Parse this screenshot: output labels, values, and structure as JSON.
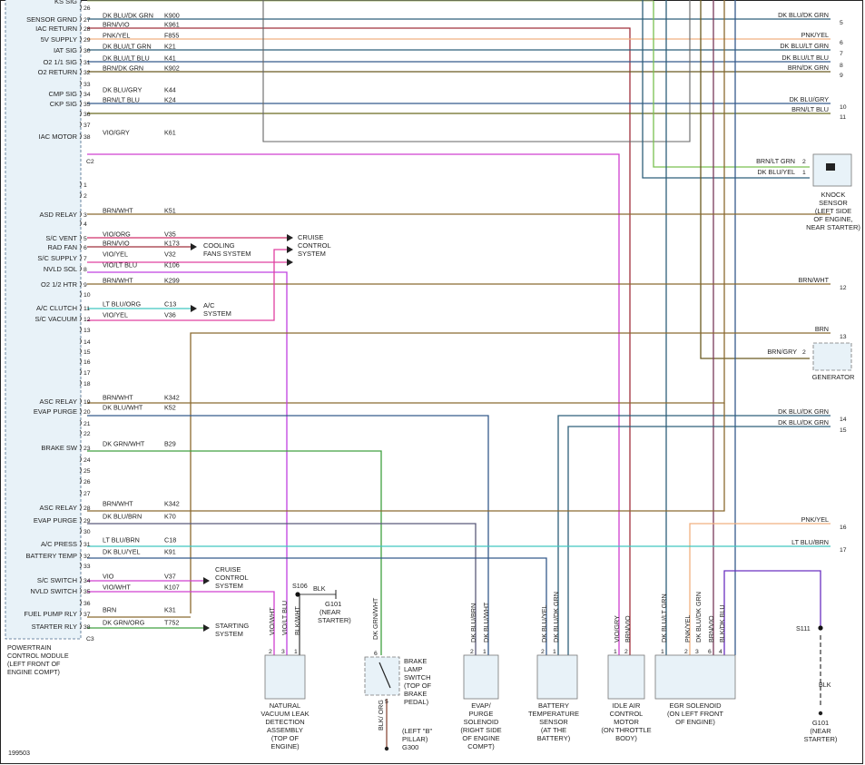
{
  "figure_id": "199503",
  "pcm": {
    "title_lines": [
      "POWERTRAIN",
      "CONTROL MODULE",
      "(LEFT FRONT OF",
      "ENGINE COMPT)"
    ],
    "c2": "C2",
    "c3": "C3"
  },
  "pins_top": [
    {
      "pin": "",
      "label": "KS SIG",
      "wire": "",
      "circuit": "",
      "color": "#b8b8b8"
    },
    {
      "pin": "26",
      "label": "",
      "wire": "",
      "circuit": "",
      "color": ""
    },
    {
      "pin": "27",
      "label": "SENSOR GRND",
      "wire": "DK BLU/DK GRN",
      "circuit": "K900",
      "color": "#2e5f7a"
    },
    {
      "pin": "28",
      "label": "IAC RETURN",
      "wire": "BRN/VIO",
      "circuit": "K961",
      "color": "#a0303c"
    },
    {
      "pin": "29",
      "label": "5V SUPPLY",
      "wire": "PNK/YEL",
      "circuit": "F855",
      "color": "#f0b080"
    },
    {
      "pin": "30",
      "label": "IAT SIG",
      "wire": "DK BLU/LT GRN",
      "circuit": "K21",
      "color": "#2e5f7a"
    },
    {
      "pin": "31",
      "label": "O2 1/1 SIG",
      "wire": "DK BLU/LT BLU",
      "circuit": "K41",
      "color": "#3a5f9a"
    },
    {
      "pin": "32",
      "label": "O2 RETURN",
      "wire": "BRN/DK GRN",
      "circuit": "K902",
      "color": "#6b5a20"
    },
    {
      "pin": "33",
      "label": "",
      "wire": "",
      "circuit": "",
      "color": ""
    },
    {
      "pin": "34",
      "label": "CMP SIG",
      "wire": "DK BLU/GRY",
      "circuit": "K44",
      "color": "#2e4f7a"
    },
    {
      "pin": "35",
      "label": "CKP SIG",
      "wire": "BRN/LT BLU",
      "circuit": "K24",
      "color": "#6b6a20"
    },
    {
      "pin": "36",
      "label": "",
      "wire": "",
      "circuit": "",
      "color": ""
    },
    {
      "pin": "37",
      "label": "",
      "wire": "",
      "circuit": "",
      "color": ""
    },
    {
      "pin": "38",
      "label": "IAC MOTOR",
      "wire": "VIO/GRY",
      "circuit": "K61",
      "color": "#d040d0"
    }
  ],
  "pins_c3": [
    {
      "pin": "1",
      "label": "",
      "wire": "",
      "circuit": "",
      "color": ""
    },
    {
      "pin": "2",
      "label": "",
      "wire": "",
      "circuit": "",
      "color": ""
    },
    {
      "pin": "3",
      "label": "ASD RELAY",
      "wire": "BRN/WHT",
      "circuit": "K51",
      "color": "#8b6a30"
    },
    {
      "pin": "4",
      "label": "",
      "wire": "",
      "circuit": "",
      "color": ""
    },
    {
      "pin": "5",
      "label": "S/C VENT",
      "wire": "VIO/ORG",
      "circuit": "V35",
      "color": "#d0306a"
    },
    {
      "pin": "6",
      "label": "RAD FAN",
      "wire": "BRN/VIO",
      "circuit": "K173",
      "color": "#a0303c"
    },
    {
      "pin": "7",
      "label": "S/C SUPPLY",
      "wire": "VIO/YEL",
      "circuit": "V32",
      "color": "#e040a0"
    },
    {
      "pin": "8",
      "label": "NVLD SOL",
      "wire": "VIO/LT BLU",
      "circuit": "K106",
      "color": "#c040e0"
    },
    {
      "pin": "9",
      "label": "O2 1/2 HTR",
      "wire": "BRN/WHT",
      "circuit": "K299",
      "color": "#8b6a30"
    },
    {
      "pin": "10",
      "label": "",
      "wire": "",
      "circuit": "",
      "color": ""
    },
    {
      "pin": "11",
      "label": "A/C CLUTCH",
      "wire": "LT BLU/ORG",
      "circuit": "C13",
      "color": "#40c0b0"
    },
    {
      "pin": "12",
      "label": "S/C VACUUM",
      "wire": "VIO/YEL",
      "circuit": "V36",
      "color": "#e040a0"
    },
    {
      "pin": "13",
      "label": "",
      "wire": "",
      "circuit": "",
      "color": ""
    },
    {
      "pin": "14",
      "label": "",
      "wire": "",
      "circuit": "",
      "color": ""
    },
    {
      "pin": "15",
      "label": "",
      "wire": "",
      "circuit": "",
      "color": ""
    },
    {
      "pin": "16",
      "label": "",
      "wire": "",
      "circuit": "",
      "color": ""
    },
    {
      "pin": "17",
      "label": "",
      "wire": "",
      "circuit": "",
      "color": ""
    },
    {
      "pin": "18",
      "label": "",
      "wire": "",
      "circuit": "",
      "color": ""
    },
    {
      "pin": "19",
      "label": "ASC RELAY",
      "wire": "BRN/WHT",
      "circuit": "K342",
      "color": "#8b6a30"
    },
    {
      "pin": "20",
      "label": "EVAP PURGE",
      "wire": "DK BLU/WHT",
      "circuit": "K52",
      "color": "#2e4f7a"
    },
    {
      "pin": "21",
      "label": "",
      "wire": "",
      "circuit": "",
      "color": ""
    },
    {
      "pin": "22",
      "label": "",
      "wire": "",
      "circuit": "",
      "color": ""
    },
    {
      "pin": "23",
      "label": "BRAKE SW",
      "wire": "DK GRN/WHT",
      "circuit": "B29",
      "color": "#40a040"
    },
    {
      "pin": "24",
      "label": "",
      "wire": "",
      "circuit": "",
      "color": ""
    },
    {
      "pin": "25",
      "label": "",
      "wire": "",
      "circuit": "",
      "color": ""
    },
    {
      "pin": "26",
      "label": "",
      "wire": "",
      "circuit": "",
      "color": ""
    },
    {
      "pin": "27",
      "label": "",
      "wire": "",
      "circuit": "",
      "color": ""
    },
    {
      "pin": "28",
      "label": "ASC RELAY",
      "wire": "BRN/WHT",
      "circuit": "K342",
      "color": "#8b6a30"
    },
    {
      "pin": "29",
      "label": "EVAP PURGE",
      "wire": "DK BLU/BRN",
      "circuit": "K70",
      "color": "#5a5a7a"
    },
    {
      "pin": "30",
      "label": "",
      "wire": "",
      "circuit": "",
      "color": ""
    },
    {
      "pin": "31",
      "label": "A/C PRESS",
      "wire": "LT BLU/BRN",
      "circuit": "C18",
      "color": "#40c0c0"
    },
    {
      "pin": "32",
      "label": "BATTERY TEMP",
      "wire": "DK BLU/YEL",
      "circuit": "K91",
      "color": "#2e4f7a"
    },
    {
      "pin": "33",
      "label": "",
      "wire": "",
      "circuit": "",
      "color": ""
    },
    {
      "pin": "34",
      "label": "S/C SWITCH",
      "wire": "VIO",
      "circuit": "V37",
      "color": "#d040d0"
    },
    {
      "pin": "35",
      "label": "NVLD SWITCH",
      "wire": "VIO/WHT",
      "circuit": "K107",
      "color": "#d040d0"
    },
    {
      "pin": "36",
      "label": "",
      "wire": "",
      "circuit": "",
      "color": ""
    },
    {
      "pin": "37",
      "label": "FUEL PUMP RLY",
      "wire": "BRN",
      "circuit": "K31",
      "color": "#8b6a30"
    },
    {
      "pin": "38",
      "label": "STARTER RLY",
      "wire": "DK GRN/ORG",
      "circuit": "T752",
      "color": "#40a040"
    }
  ],
  "right_refs": [
    {
      "num": "5",
      "wire": "DK BLU/DK GRN"
    },
    {
      "num": "6",
      "wire": "PNK/YEL"
    },
    {
      "num": "7",
      "wire": "DK BLU/LT GRN"
    },
    {
      "num": "8",
      "wire": "DK BLU/LT BLU"
    },
    {
      "num": "9",
      "wire": "BRN/DK GRN"
    },
    {
      "num": "10",
      "wire": "DK BLU/GRY"
    },
    {
      "num": "11",
      "wire": "BRN/LT BLU"
    },
    {
      "num": "12",
      "wire": "BRN/WHT"
    },
    {
      "num": "13",
      "wire": "BRN"
    },
    {
      "num": "14",
      "wire": "DK BLU/DK GRN"
    },
    {
      "num": "15",
      "wire": "DK BLU/DK GRN"
    },
    {
      "num": "16",
      "wire": "PNK/YEL"
    },
    {
      "num": "17",
      "wire": "LT BLU/BRN"
    }
  ],
  "arrows": {
    "cruise1": [
      "CRUISE",
      "CONTROL",
      "SYSTEM"
    ],
    "cooling": [
      "COOLING",
      "FANS SYSTEM"
    ],
    "ac": [
      "A/C",
      "SYSTEM"
    ],
    "cruise2": [
      "CRUISE",
      "CONTROL",
      "SYSTEM"
    ],
    "starting": [
      "STARTING",
      "SYSTEM"
    ]
  },
  "knock": {
    "wire1": "BRN/LT GRN",
    "pin1": "2",
    "wire2": "DK BLU/YEL",
    "pin2": "1",
    "label": [
      "KNOCK",
      "SENSOR",
      "(LEFT SIDE",
      "OF ENGINE,",
      "NEAR STARTER)"
    ]
  },
  "generator": {
    "wire": "BRN/GRY",
    "pin": "2",
    "label": "GENERATOR"
  },
  "s106": {
    "label": "S106",
    "wire": "BLK",
    "ground": [
      "G101",
      "(NEAR",
      "STARTER)"
    ]
  },
  "s111": {
    "label": "S111",
    "wire": "BLK",
    "ground": [
      "G101",
      "(NEAR",
      "STARTER)"
    ]
  },
  "components": {
    "nvld": {
      "wires": [
        "VIO/WHT",
        "VIO/LT BLU",
        "BLK/WHT"
      ],
      "pins": [
        "2",
        "3",
        "1"
      ],
      "label": [
        "NATURAL",
        "VACUUM LEAK",
        "DETECTION",
        "ASSEMBLY",
        "(TOP OF",
        "ENGINE)"
      ]
    },
    "brake": {
      "wire_top": "DK GRN/WHT",
      "pin_top": "6",
      "pin_bot": "5",
      "wire_bot": "BLK/ ORG",
      "label": [
        "BRAKE",
        "LAMP",
        "SWITCH",
        "(TOP OF",
        "BRAKE",
        "PEDAL)"
      ],
      "ground": [
        "(LEFT \"B\"",
        "PILLAR)",
        "G300"
      ]
    },
    "evap": {
      "wires": [
        "DK BLU/BRN",
        "DK BLU/WHT"
      ],
      "pins": [
        "2",
        "1"
      ],
      "label": [
        "EVAP/",
        "PURGE",
        "SOLENOID",
        "(RIGHT SIDE",
        "OF ENGINE",
        "COMPT)"
      ]
    },
    "batt": {
      "wires": [
        "DK BLU/YEL",
        "DK BLU/DK GRN"
      ],
      "pins": [
        "2",
        "1"
      ],
      "label": [
        "BATTERY",
        "TEMPERATURE",
        "SENSOR",
        "(AT THE",
        "BATTERY)"
      ]
    },
    "iac": {
      "wires": [
        "VIO/GRY",
        "BRN/VIO"
      ],
      "pins": [
        "1",
        "2"
      ],
      "label": [
        "IDLE AIR",
        "CONTROL",
        "MOTOR",
        "(ON THROTTLE",
        "BODY)"
      ]
    },
    "egr": {
      "wires": [
        "DK BLU/LT GRN",
        "PNK/YEL",
        "DK BLU/DK GRN",
        "BRN/VIO",
        "BLK/DK BLU"
      ],
      "pins": [
        "1",
        "2",
        "3",
        "6",
        "4"
      ],
      "label": [
        "EGR SOLENOID",
        "(ON LEFT FRONT",
        "OF ENGINE)"
      ]
    }
  }
}
